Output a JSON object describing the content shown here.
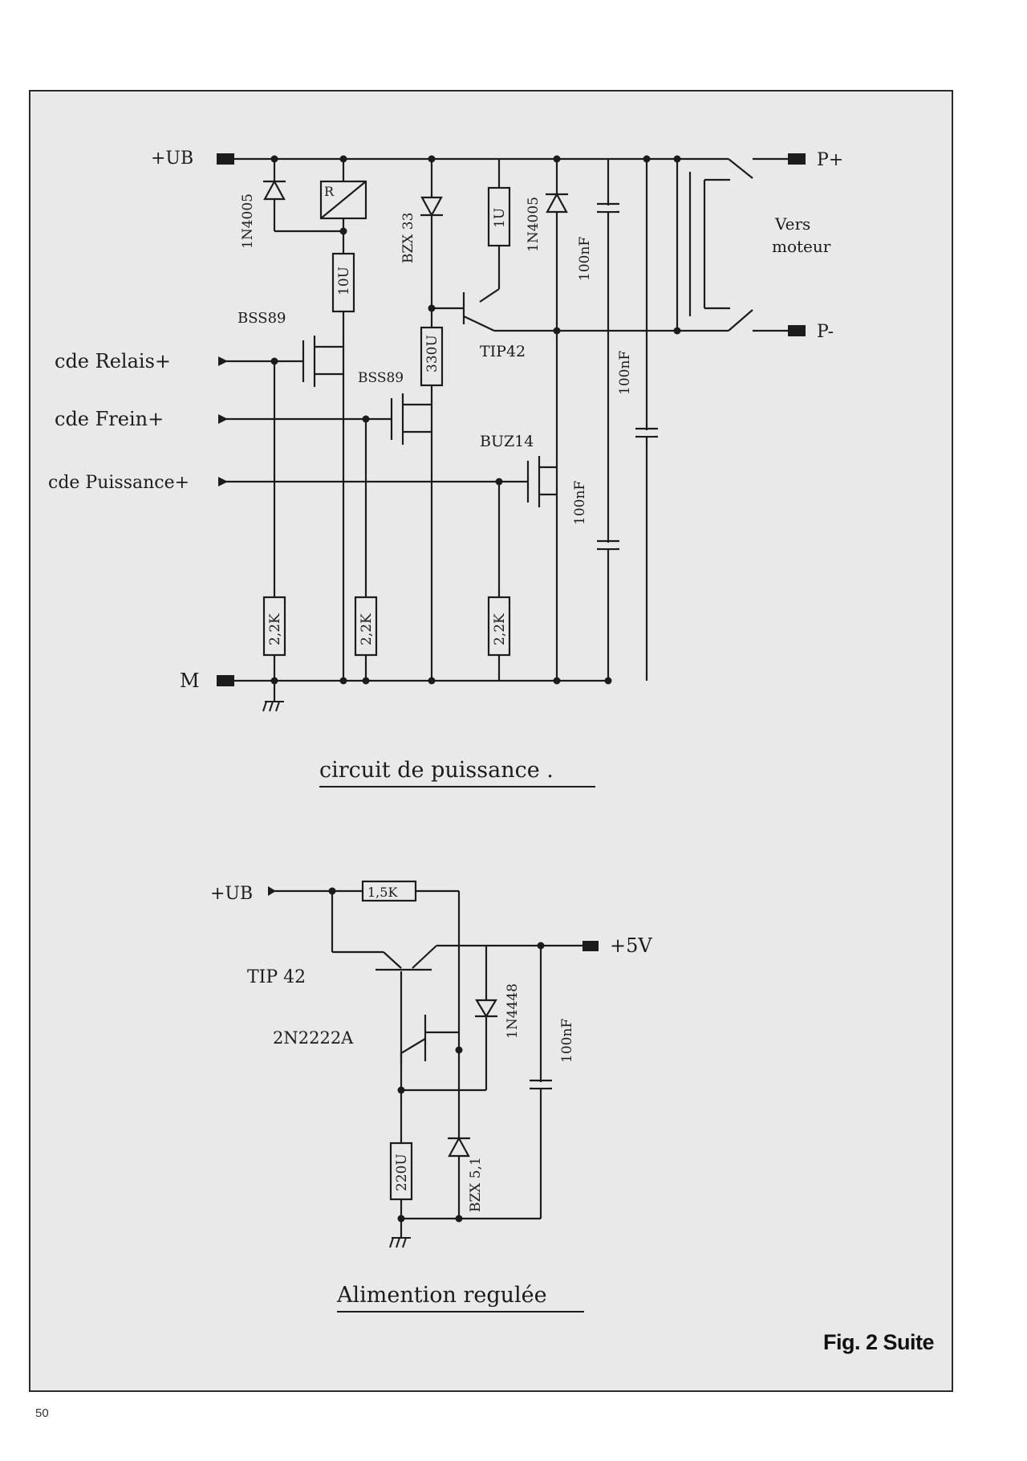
{
  "figure_label": "Fig. 2 Suite",
  "page_number": "50",
  "power_circuit": {
    "title": "circuit de puissance .",
    "terminals": {
      "plus_ub": "+UB",
      "ground": "M",
      "p_plus": "P+",
      "p_minus": "P-"
    },
    "inputs": {
      "relay": "cde Relais+",
      "brake": "cde Frein+",
      "power": "cde Puissance+"
    },
    "motor_note": [
      "Vers",
      "moteur"
    ],
    "components": {
      "relay": "R",
      "diode1": "1N4005",
      "diode2": "1N4005",
      "zener": "BZX 33",
      "res_10": "10U",
      "res_1": "1U",
      "res_330": "330U",
      "res_2k2_a": "2,2K",
      "res_2k2_b": "2,2K",
      "res_2k2_c": "2,2K",
      "mos1": "BSS89",
      "mos2": "BSS89",
      "mos3": "BUZ14",
      "transistor": "TIP42",
      "cap1": "100nF",
      "cap2": "100nF",
      "cap3": "100nF"
    }
  },
  "regulated_supply": {
    "title": "Alimention regulée",
    "input": "+UB",
    "output": "+5V",
    "components": {
      "res_15k": "1,5K",
      "tip42": "TIP 42",
      "npn": "2N2222A",
      "diode": "1N4448",
      "cap": "100nF",
      "res_220": "220U",
      "zener": "BZX 5,1"
    }
  }
}
